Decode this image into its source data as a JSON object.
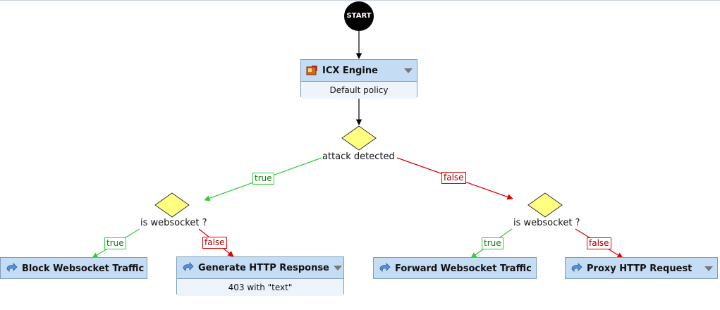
{
  "start": {
    "label": "START"
  },
  "icx": {
    "title": "ICX Engine",
    "policy": "Default policy"
  },
  "root_decision": {
    "label": "attack detected"
  },
  "left_decision": {
    "label": "is websocket ?"
  },
  "right_decision": {
    "label": "is websocket ?"
  },
  "edges": {
    "root_true": "true",
    "root_false": "false",
    "left_true": "true",
    "left_false": "false",
    "right_true": "true",
    "right_false": "false"
  },
  "actions": {
    "block": {
      "title": "Block Websocket Traffic"
    },
    "generate": {
      "title": "Generate HTTP Response",
      "detail": "403 with \"text\""
    },
    "forward": {
      "title": "Forward Websocket Traffic"
    },
    "proxy": {
      "title": "Proxy HTTP Request"
    }
  },
  "colors": {
    "true_edge": "#33cc33",
    "false_edge": "#dd0000",
    "node_fill": "#c5dcf5",
    "decision_fill": "#ffff80"
  },
  "icons": [
    "start-node",
    "icx-engine-icon",
    "chevron-down-icon",
    "action-arrow-icon"
  ]
}
